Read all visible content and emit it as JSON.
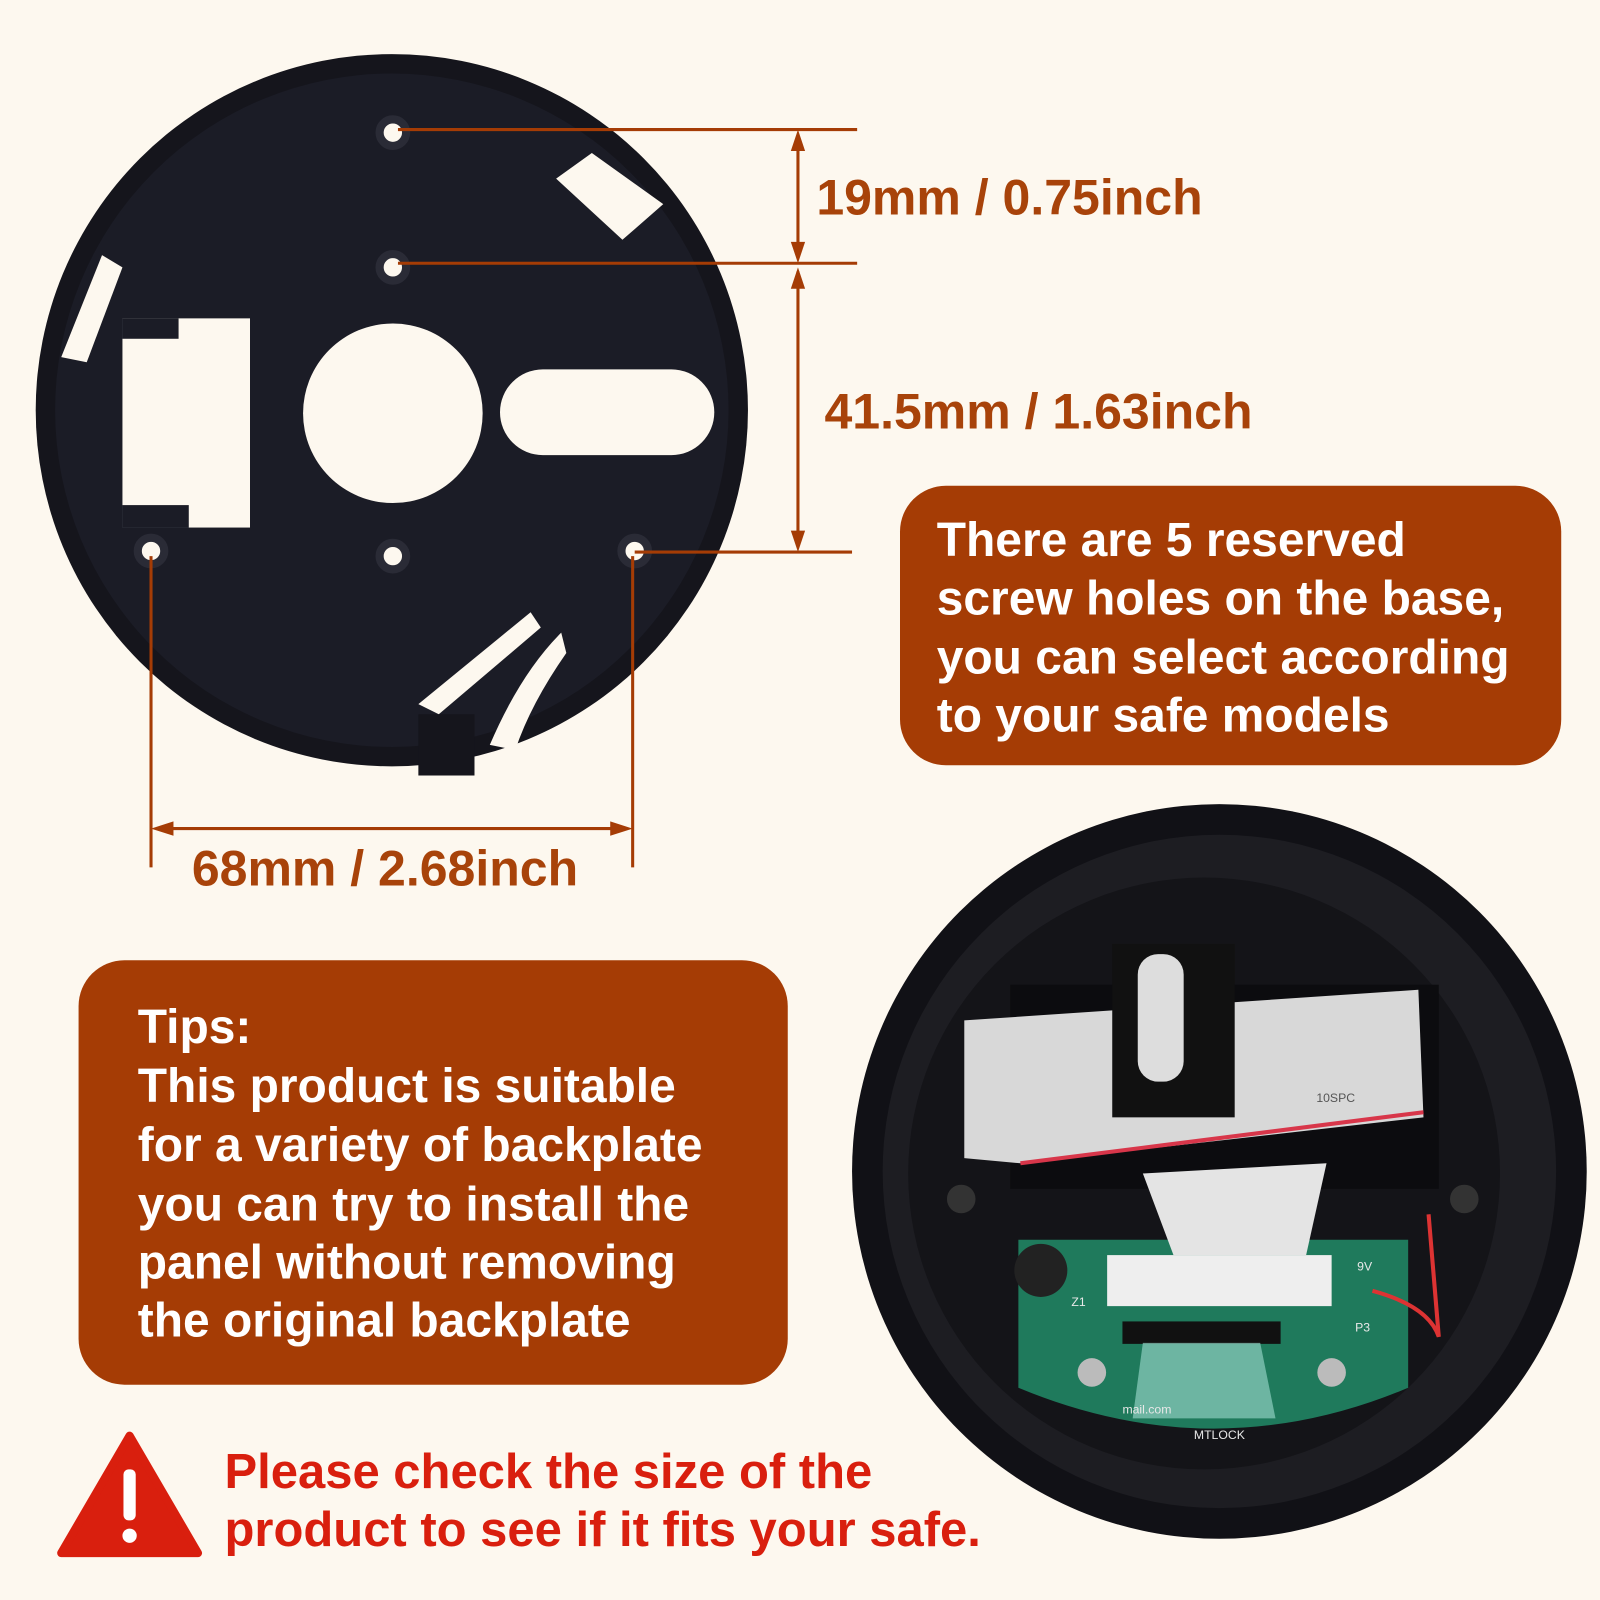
{
  "colors": {
    "background": "#fdf8ef",
    "accent_brown": "#a53c05",
    "dimension_text": "#a8430a",
    "warning_red": "#d91f0e",
    "part_black": "#15151c"
  },
  "dimensions": {
    "top_spacing": "19mm / 0.75inch",
    "vertical_spacing": "41.5mm / 1.63inch",
    "horizontal_spacing": "68mm / 2.68inch"
  },
  "info_box": {
    "lines": [
      "There are 5 reserved",
      "screw holes on the base,",
      "you can select according",
      "to your safe models"
    ]
  },
  "tips_box": {
    "title": "Tips:",
    "lines": [
      "This product is suitable",
      "for a variety of backplate",
      "you can try to install the",
      "panel without removing",
      "the original backplate"
    ]
  },
  "warning": {
    "icon": "warning-triangle-icon",
    "lines": [
      "Please check the size of the",
      "product to see if it fits your safe."
    ]
  },
  "pcb_labels": {
    "brand": "MTLOCK",
    "email": "mail.com",
    "buzzer": "Z1",
    "port": "P3",
    "voltage": "9V",
    "cable": "10SPC"
  }
}
